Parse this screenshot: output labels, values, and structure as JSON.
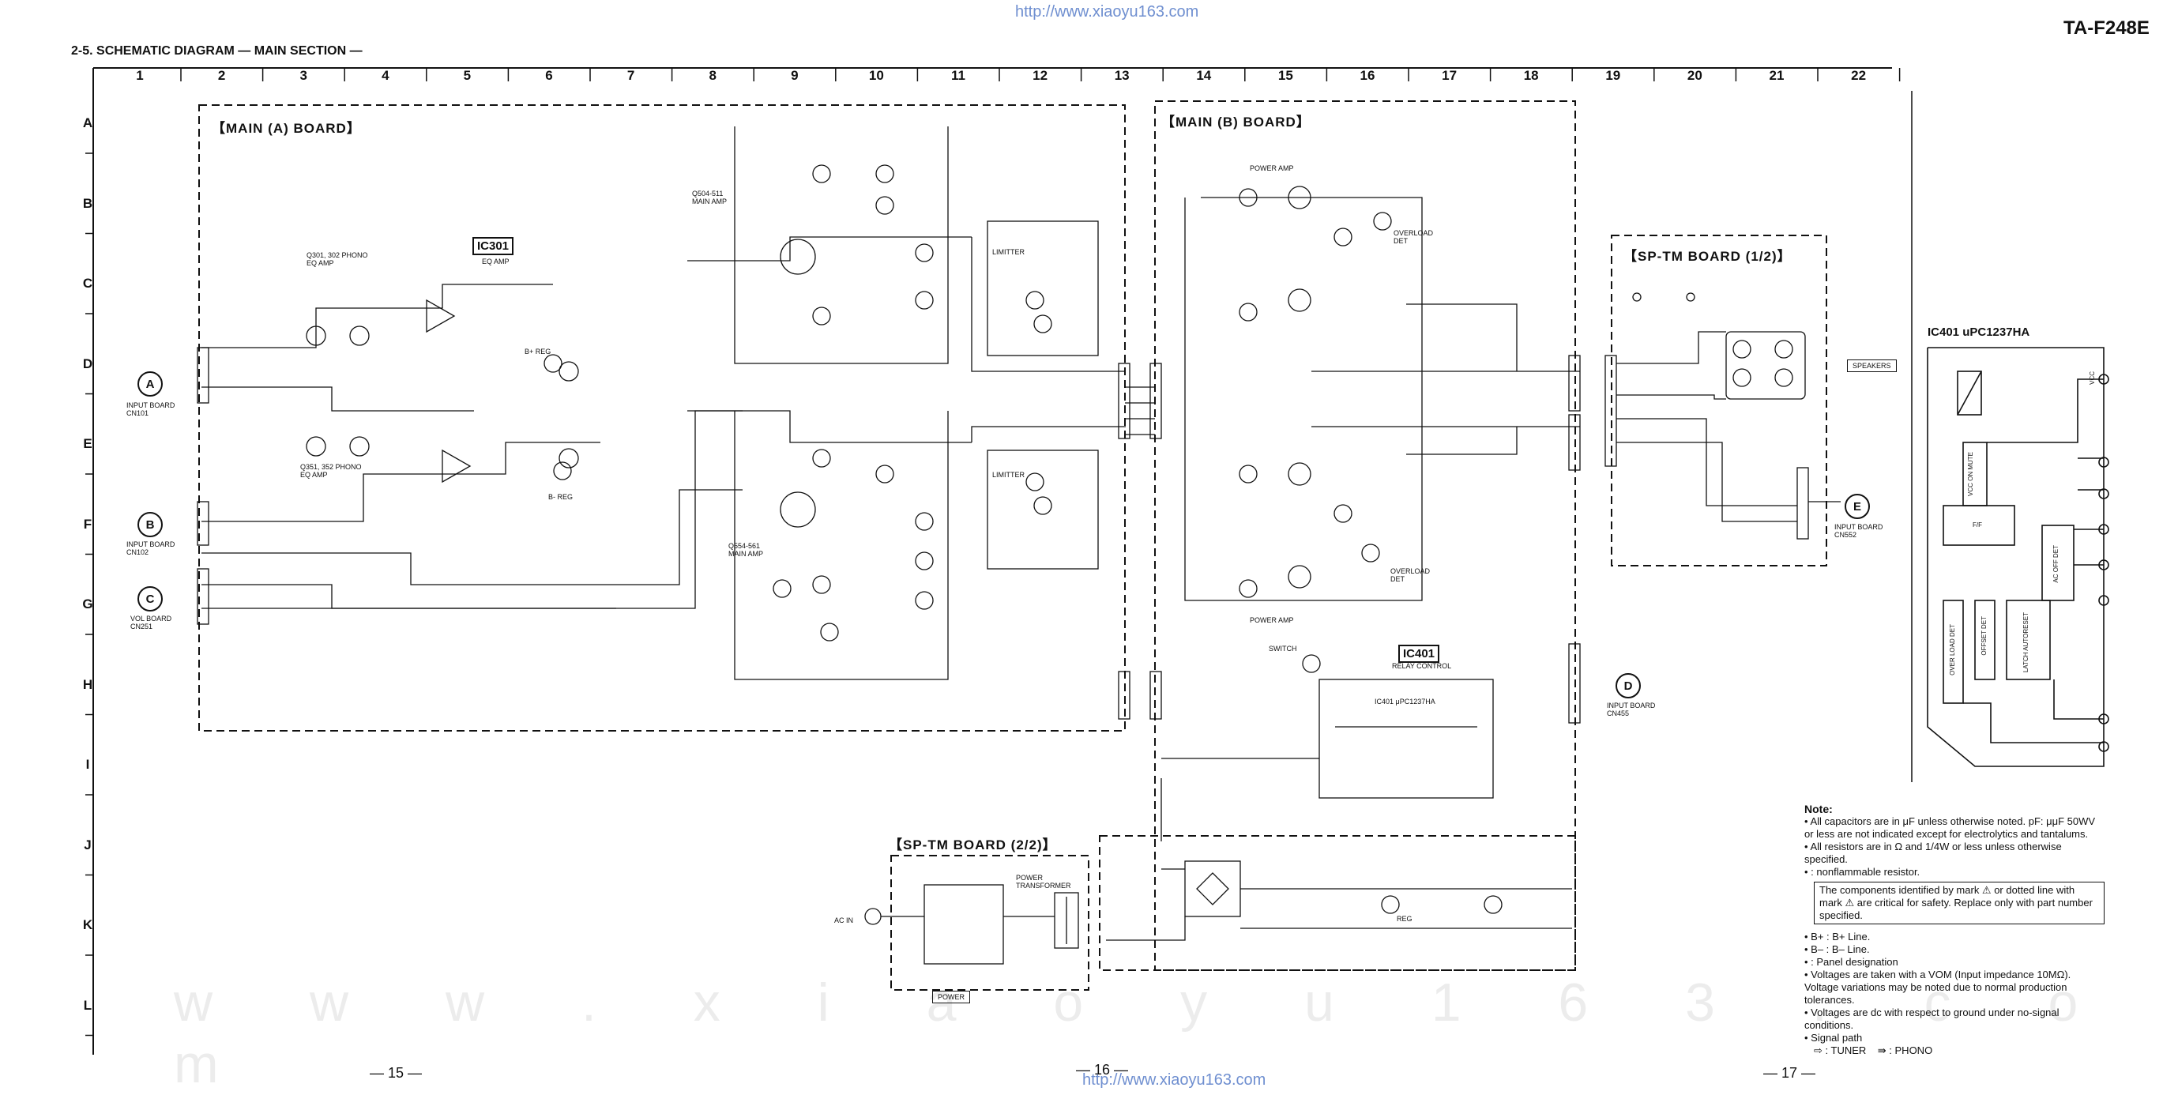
{
  "header": {
    "url_top": "http://www.xiaoyu163.com",
    "url_bottom": "http://www.xiaoyu163.com",
    "model": "TA-F248E",
    "section_title": "2-5.   SCHEMATIC DIAGRAM — MAIN SECTION —"
  },
  "grid": {
    "columns": [
      "1",
      "2",
      "3",
      "4",
      "5",
      "6",
      "7",
      "8",
      "9",
      "10",
      "11",
      "12",
      "13",
      "14",
      "15",
      "16",
      "17",
      "18",
      "19",
      "20",
      "21",
      "22"
    ],
    "rows": [
      "A",
      "B",
      "C",
      "D",
      "E",
      "F",
      "G",
      "H",
      "I",
      "J",
      "K",
      "L"
    ]
  },
  "watermark": "w w w . x i a o y u 1 6 3 . c o m",
  "boards": {
    "main_a": "【MAIN (A) BOARD】",
    "main_b": "【MAIN (B) BOARD】",
    "sp_tm_1": "【SP-TM BOARD (1/2)】",
    "sp_tm_2": "【SP-TM BOARD (2/2)】"
  },
  "ics": {
    "ic301": "IC301",
    "ic401": "IC401",
    "ic401_part": "IC401 μPC1237HA",
    "ic401_title": "IC401   uPC1237HA",
    "eq_amp": "EQ AMP",
    "relay_control": "RELAY CONTROL"
  },
  "ic401_blocks": {
    "vcc": "VCC",
    "vcc_on_mute": "VCC ON MUTE",
    "ff": "F/F",
    "ac_off_det": "AC OFF DET",
    "over_load_det": "OVER LOAD DET",
    "offset_det": "OFFSET DET",
    "latch": "LATCH AUTORESET"
  },
  "connectors": {
    "A": {
      "letter": "A",
      "label": "INPUT BOARD",
      "ref": "CN101"
    },
    "B": {
      "letter": "B",
      "label": "INPUT BOARD",
      "ref": "CN102"
    },
    "C": {
      "letter": "C",
      "label": "VOL BOARD",
      "ref": "CN251"
    },
    "D": {
      "letter": "D",
      "label": "INPUT BOARD",
      "ref": "CN455"
    },
    "E": {
      "letter": "E",
      "label": "INPUT BOARD",
      "ref": "CN552"
    }
  },
  "components": {
    "phono_eq_amp_top": "Q301, 302 PHONO EQ AMP",
    "phono_eq_amp_bottom": "Q351, 352 PHONO EQ AMP",
    "main_amp_top": "Q504-511 MAIN AMP",
    "main_amp_bottom": "Q554-561 MAIN AMP",
    "limitter_top": "LIMITTER",
    "limitter_bottom": "LIMITTER",
    "power_amp_1": "POWER AMP",
    "power_amp_2": "POWER AMP",
    "overload_det_top": "OVERLOAD DET",
    "overload_det_bottom": "OVERLOAD DET",
    "switch": "SWITCH",
    "b_plus_reg": "B+ REG",
    "b_minus_reg": "B- REG",
    "power_transformer": "POWER TRANSFORMER",
    "ac_in": "AC IN",
    "power": "POWER",
    "speakers": "SPEAKERS",
    "reg": "REG"
  },
  "pages": {
    "left": "— 15 —",
    "center": "— 16 —",
    "right": "— 17 —"
  },
  "notes": {
    "title": "Note:",
    "items": [
      "• All capacitors are in μF unless otherwise noted. pF: μμF 50WV or less are not indicated except for electrolytics and tantalums.",
      "• All resistors are in Ω and 1/4W or less unless otherwise specified.",
      "• : nonflammable resistor."
    ],
    "critical_box": "The components identified by mark ⚠ or dotted line with mark ⚠ are critical for safety. Replace only with part number specified.",
    "items2": [
      "• B+ : B+ Line.",
      "• B– : B– Line.",
      "• : Panel designation",
      "• Voltages are taken with a VOM (Input impedance 10MΩ). Voltage variations may be noted due to normal production tolerances.",
      "• Voltages are dc with respect to ground under no-signal conditions.",
      "• Signal path"
    ],
    "signal_tuner": ": TUNER",
    "signal_phono": ": PHONO"
  },
  "colors": {
    "ink": "#111111",
    "link": "#6f8fd0",
    "watermark": "#ececec"
  }
}
